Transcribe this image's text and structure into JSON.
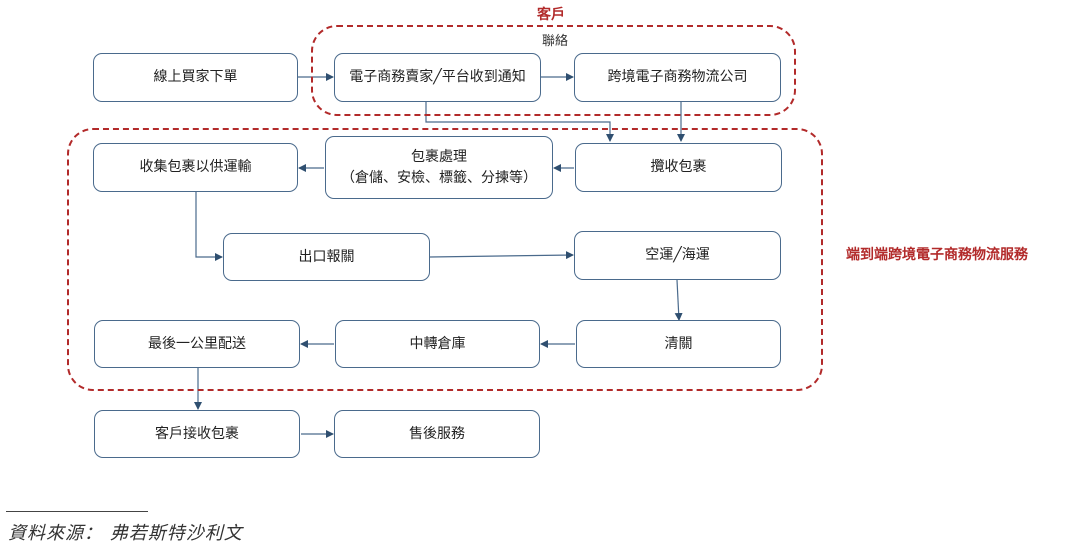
{
  "diagram": {
    "customer_label": "客戶",
    "contact_label": "聯絡",
    "service_label": "端到端跨境電子商務物流服務",
    "nodes": {
      "online_order": "線上買家下單",
      "platform_notice": "電子商務賣家╱平台收到通知",
      "logistics_company": "跨境電子商務物流公司",
      "collect_for_transport": "收集包裹以供運輸",
      "parcel_processing": "包裹處理",
      "parcel_processing_detail": "（倉儲、安檢、標籤、分揀等）",
      "pickup": "攬收包裹",
      "export_customs": "出口報關",
      "air_sea": "空運╱海運",
      "last_mile": "最後一公里配送",
      "transit_warehouse": "中轉倉庫",
      "clearance": "清關",
      "customer_receive": "客戶接收包裹",
      "after_sales": "售後服務"
    }
  },
  "source": "資料來源： 弗若斯特沙利文",
  "colors": {
    "box_border": "#4a6a8c",
    "arrow": "#4a6a8c",
    "dashed": "#b22a2a"
  }
}
